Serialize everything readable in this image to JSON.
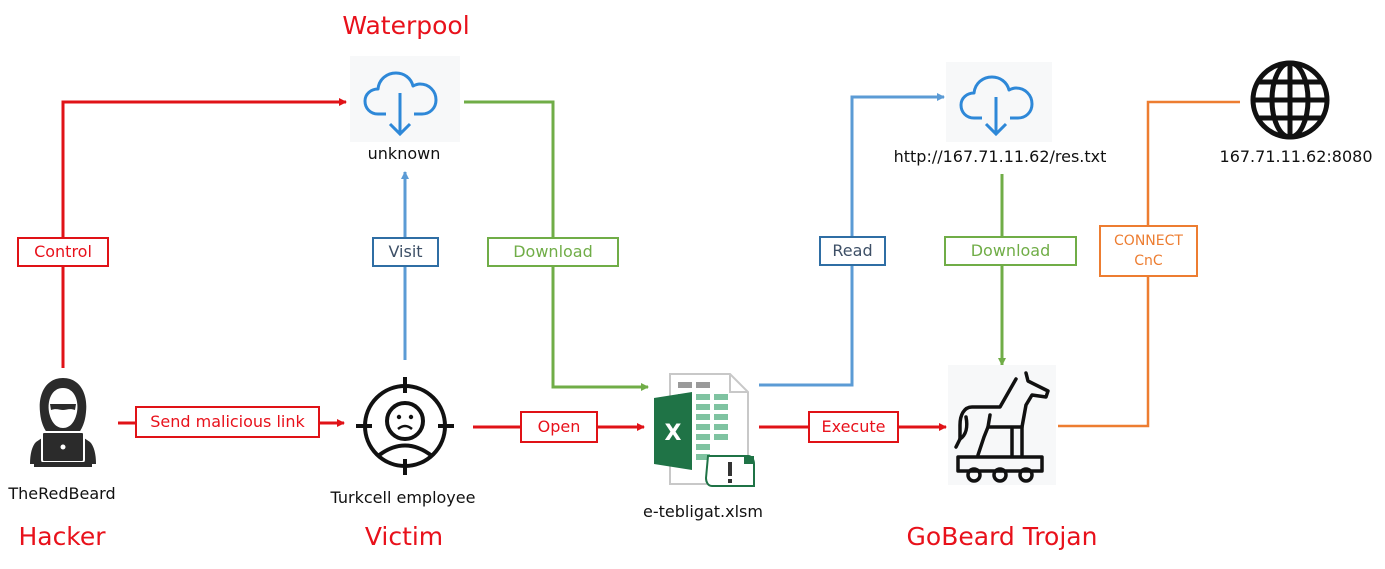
{
  "actors": {
    "hacker": {
      "title": "Hacker",
      "name": "TheRedBeard"
    },
    "victim": {
      "title": "Victim",
      "name": "Turkcell employee"
    },
    "waterpool": {
      "title": "Waterpool",
      "name": "unknown"
    },
    "document": {
      "name": "e-tebligat.xlsm"
    },
    "trojan": {
      "title": "GoBeard Trojan"
    },
    "payload_server": {
      "name": "http://167.71.11.62/res.txt"
    },
    "cnc_server": {
      "name": "167.71.11.62:8080"
    }
  },
  "edges": {
    "control": "Control",
    "send_link": "Send malicious link",
    "visit": "Visit",
    "download1": "Download",
    "open": "Open",
    "read": "Read",
    "download2": "Download",
    "execute": "Execute",
    "connect_line1": "CONNECT",
    "connect_line2": "CnC"
  },
  "colors": {
    "red": "#e01217",
    "blue": "#5b9bd5",
    "green": "#70ad47",
    "orange": "#ed7d31"
  }
}
